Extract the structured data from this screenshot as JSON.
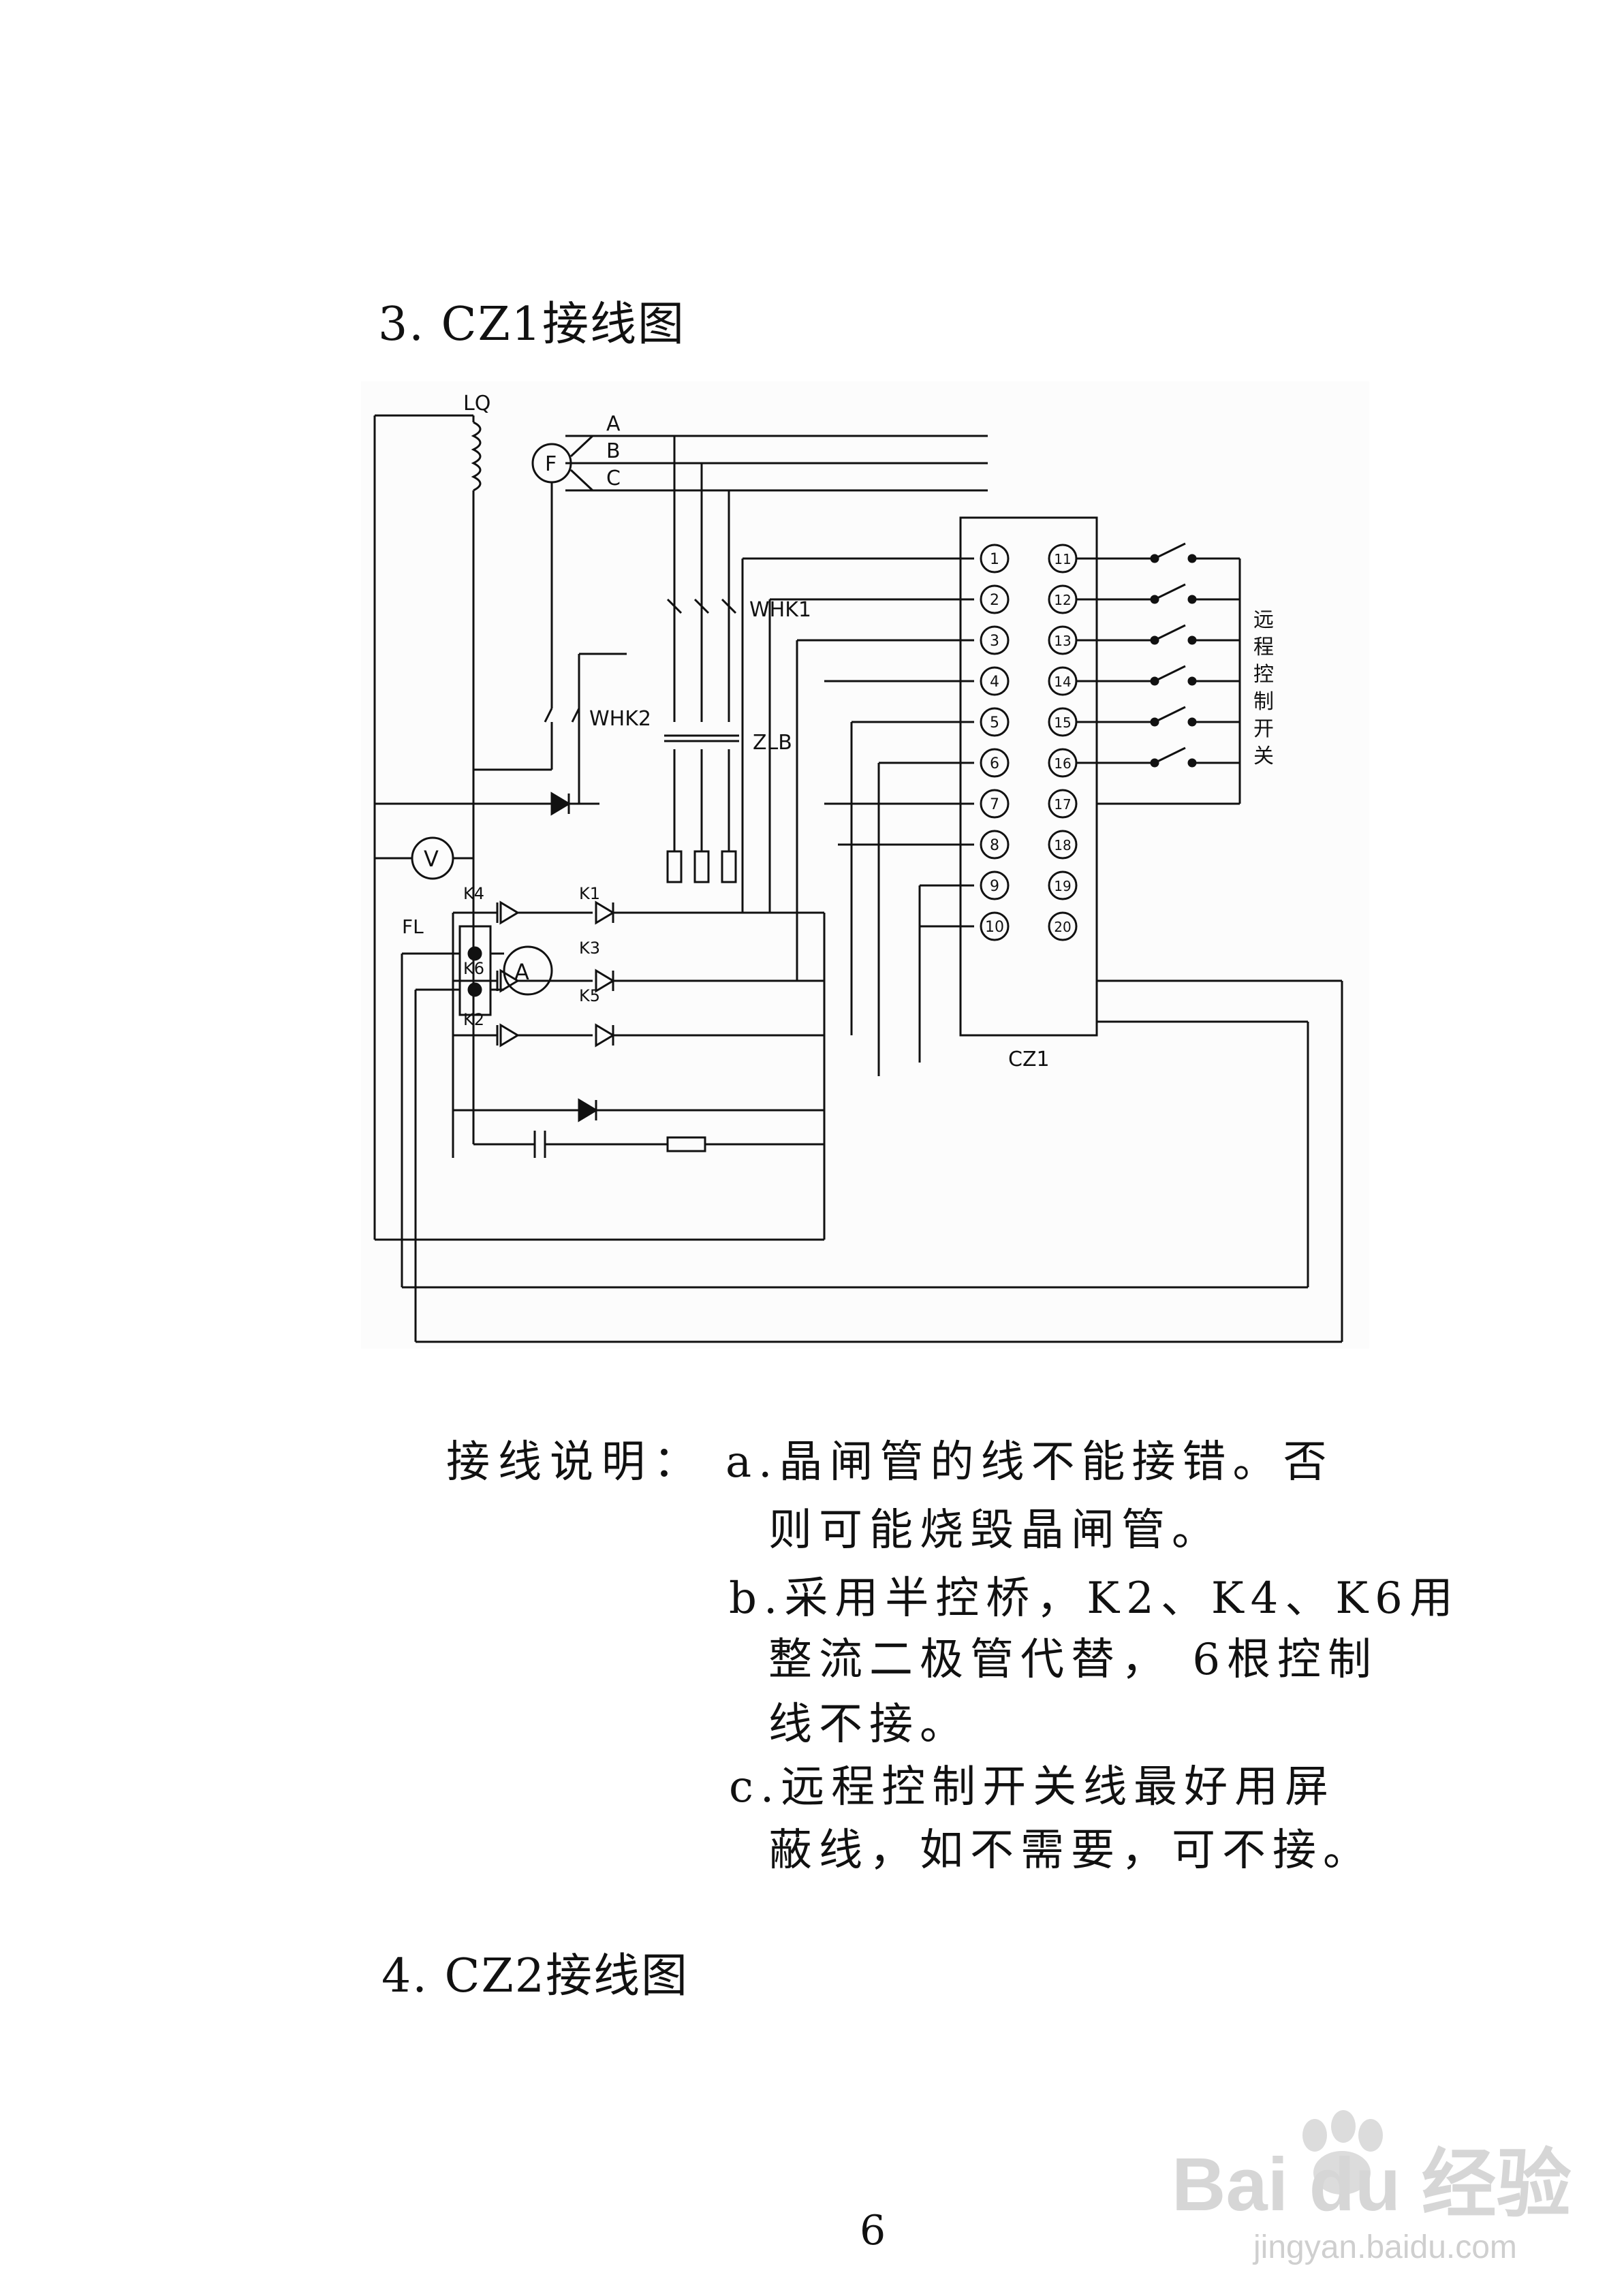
{
  "headings": {
    "section3": "3. CZ1接线图",
    "section4": "4. CZ2接线图"
  },
  "diagram": {
    "lq": "LQ",
    "phase_a": "A",
    "phase_b": "B",
    "phase_c": "C",
    "generator": "F",
    "whk1": "WHK1",
    "whk2": "WHK2",
    "zlb": "ZLB",
    "fl": "FL",
    "voltmeter": "V",
    "ammeter": "A",
    "k4": "K4",
    "k6": "K6",
    "k2": "K2",
    "k1": "K1",
    "k3": "K3",
    "k5": "K5",
    "connector": "CZ1",
    "remote_switch_label": [
      "远",
      "程",
      "控",
      "制",
      "开",
      "关"
    ],
    "terminals_left": [
      "1",
      "2",
      "3",
      "4",
      "5",
      "6",
      "7",
      "8",
      "9",
      "10"
    ],
    "terminals_right": [
      "11",
      "12",
      "13",
      "14",
      "15",
      "16",
      "17",
      "18",
      "19",
      "20"
    ]
  },
  "notes": {
    "label": "接线说明：",
    "a_line1": "a.晶闸管的线不能接错。否",
    "a_line2": "则可能烧毁晶闸管。",
    "b_line1": "b.采用半控桥，K2、K4、K6用",
    "b_line2": "整流二极管代替， 6根控制",
    "b_line3": "线不接。",
    "c_line1": "c.远程控制开关线最好用屏",
    "c_line2": "蔽线，如不需要，可不接。"
  },
  "page_number": "6",
  "watermark": {
    "brand": "Bai du 经验",
    "url": "jingyan.baidu.com"
  }
}
